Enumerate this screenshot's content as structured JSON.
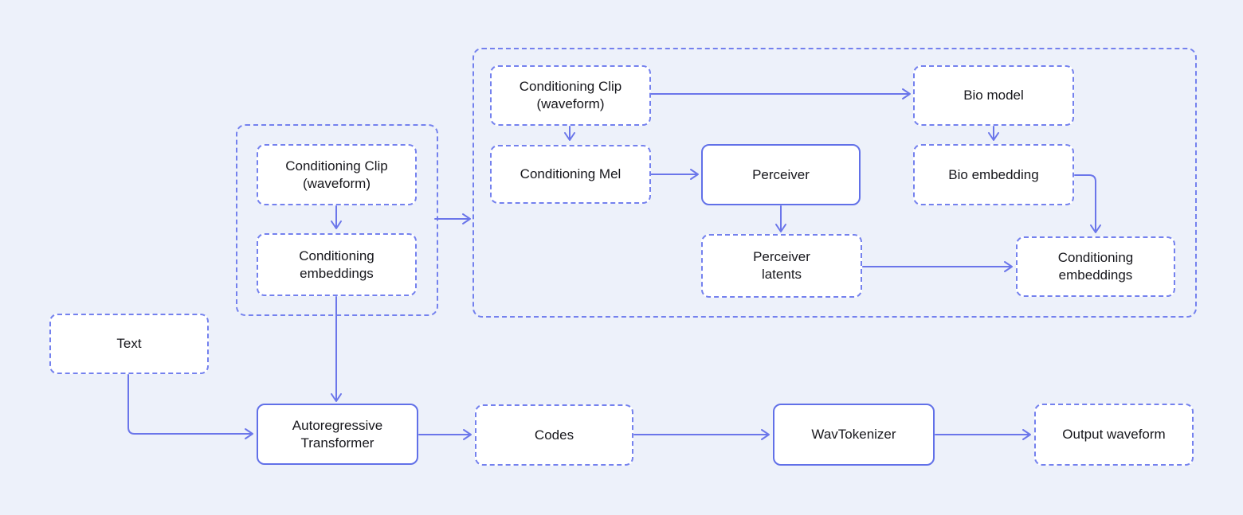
{
  "diagram": {
    "nodes": {
      "conditioning_clip_left": "Conditioning Clip\n(waveform)",
      "conditioning_embeddings_left": "Conditioning\nembeddings",
      "conditioning_clip_right": "Conditioning Clip\n(waveform)",
      "conditioning_mel": "Conditioning Mel",
      "perceiver": "Perceiver",
      "bio_model": "Bio model",
      "bio_embedding": "Bio embedding",
      "perceiver_latents": "Perceiver\nlatents",
      "conditioning_embeddings_right": "Conditioning\nembeddings",
      "text": "Text",
      "autoregressive_transformer": "Autoregressive\nTransformer",
      "codes": "Codes",
      "wavtokenizer": "WavTokenizer",
      "output_waveform": "Output waveform"
    },
    "edges": [
      {
        "from": "conditioning_clip_left",
        "to": "conditioning_embeddings_left"
      },
      {
        "from": "conditioning_embeddings_left",
        "to": "autoregressive_transformer"
      },
      {
        "from": "left_conditioning_group",
        "to": "right_conditioning_group"
      },
      {
        "from": "conditioning_clip_right",
        "to": "bio_model"
      },
      {
        "from": "conditioning_clip_right",
        "to": "conditioning_mel"
      },
      {
        "from": "conditioning_mel",
        "to": "perceiver"
      },
      {
        "from": "perceiver",
        "to": "perceiver_latents"
      },
      {
        "from": "bio_model",
        "to": "bio_embedding"
      },
      {
        "from": "bio_embedding",
        "to": "conditioning_embeddings_right"
      },
      {
        "from": "perceiver_latents",
        "to": "conditioning_embeddings_right"
      },
      {
        "from": "text",
        "to": "autoregressive_transformer"
      },
      {
        "from": "autoregressive_transformer",
        "to": "codes"
      },
      {
        "from": "codes",
        "to": "wavtokenizer"
      },
      {
        "from": "wavtokenizer",
        "to": "output_waveform"
      }
    ],
    "colors": {
      "background": "#edf1fa",
      "node_fill": "#ffffff",
      "solid_border": "#6170e8",
      "dashed_border": "#7481ee",
      "arrow": "#6b76ea",
      "text": "#17171c"
    }
  }
}
